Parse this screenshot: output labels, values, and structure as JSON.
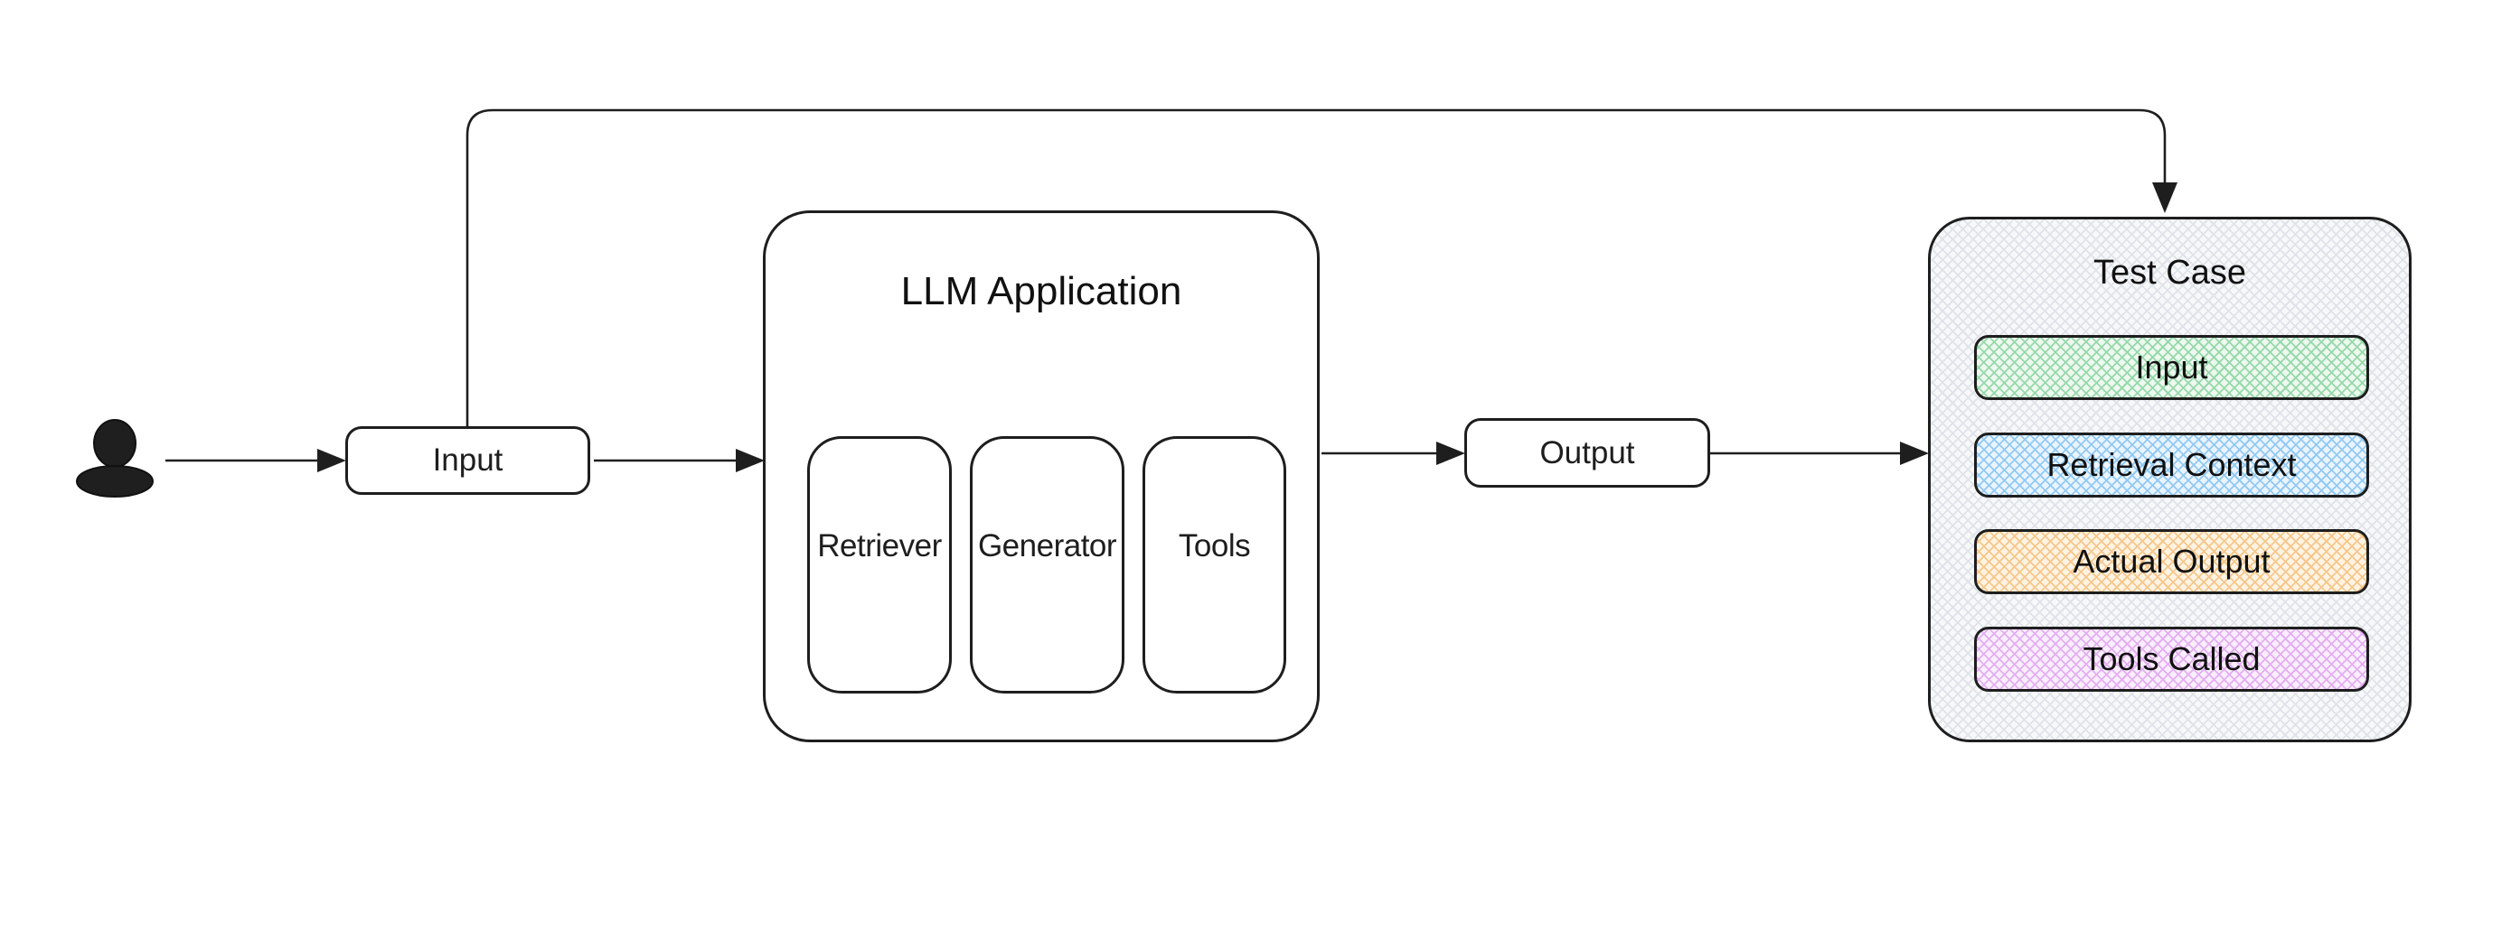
{
  "colors": {
    "stroke": "#1e1e1e",
    "canvas_bg": "#ffffff",
    "node_fill": "#ffffff"
  },
  "user": {
    "icon": "person-icon"
  },
  "flow": {
    "input": {
      "label": "Input"
    },
    "llm_application": {
      "title": "LLM Application",
      "components": [
        {
          "label": "Retriever"
        },
        {
          "label": "Generator"
        },
        {
          "label": "Tools"
        }
      ]
    },
    "output": {
      "label": "Output"
    },
    "test_case": {
      "title": "Test Case",
      "background": {
        "fill": "#f7f8f9",
        "hatch": "#dfe3e9"
      },
      "fields": [
        {
          "label": "Input",
          "fill": "#edf8ef",
          "hatch": "#96d8aa"
        },
        {
          "label": "Retrieval Context",
          "fill": "#eaf4fd",
          "hatch": "#92c9f2"
        },
        {
          "label": "Actual Output",
          "fill": "#fdf3e3",
          "hatch": "#f5c78c"
        },
        {
          "label": "Tools Called",
          "fill": "#f9eefc",
          "hatch": "#e3aef0"
        }
      ]
    }
  }
}
